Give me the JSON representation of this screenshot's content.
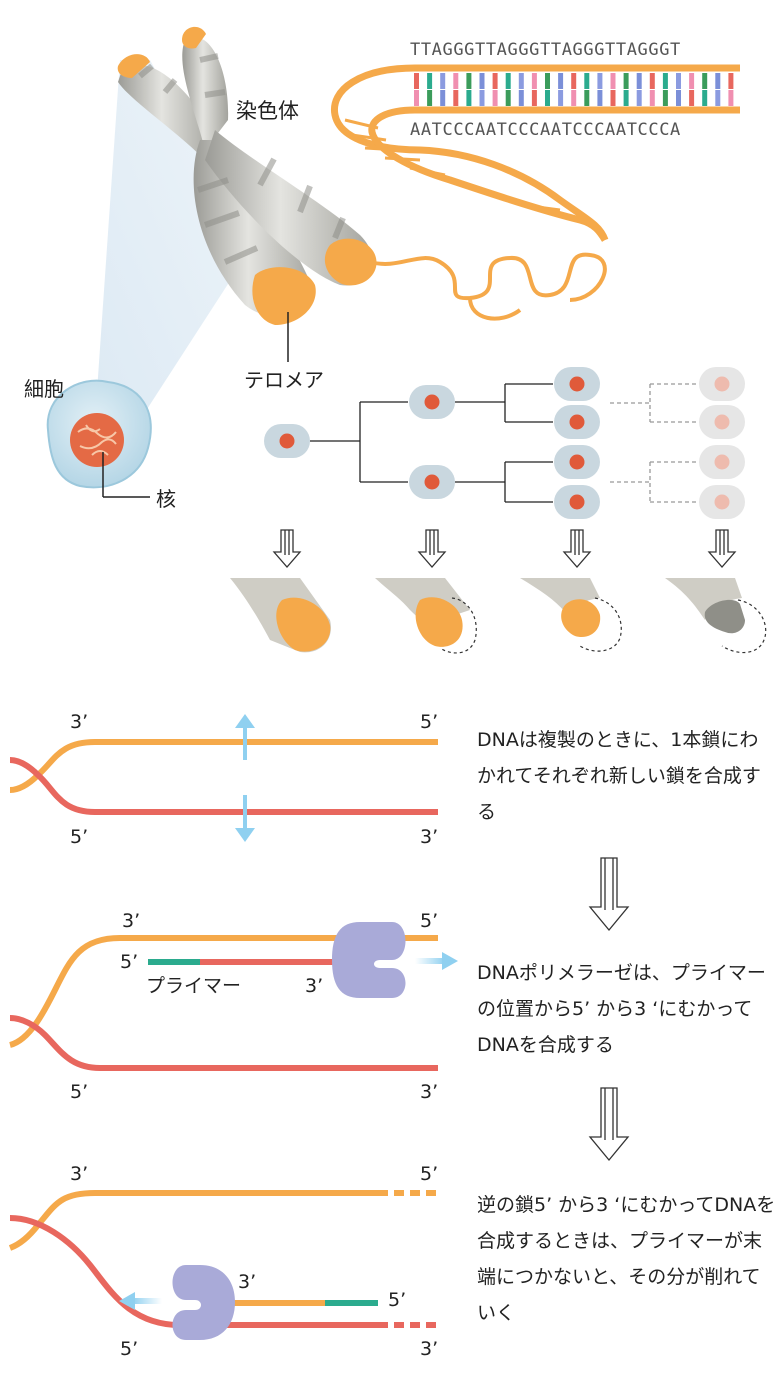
{
  "top": {
    "chromosome_label": "染色体",
    "telomere_label": "テロメア",
    "cell_label": "細胞",
    "nucleus_label": "核",
    "seq_top": "TTAGGGTTAGGGTTAGGGTTAGGGT",
    "seq_bottom": "AATCCCAATCCCAATCCCAATCCCA"
  },
  "replication": {
    "step1": {
      "label_3_left": "3’",
      "label_5_right": "5’",
      "label_5_left": "5’",
      "label_3_right": "3’",
      "text": "DNAは複製のときに、1本鎖にわかれてそれぞれ新しい鎖を合成する"
    },
    "step2": {
      "label_3_left": "3’",
      "label_5_right": "5’",
      "label_5_primer": "5’",
      "label_3_primer": "3’",
      "primer_label": "プライマー",
      "label_5_left": "5’",
      "label_3_right": "3’",
      "text": "DNAポリメラーゼは、プライマーの位置から5’ から3 ‘にむかってDNAを合成する"
    },
    "step3": {
      "label_3_left": "3’",
      "label_5_right": "5’",
      "label_3_primer": "3’",
      "label_5_primer": "5’",
      "label_5_left": "5’",
      "label_3_right": "3’",
      "text": "逆の鎖5’ から3 ‘にむかってDNAを合成するときは、プライマーが末端につかないと、その分が削れていく"
    }
  },
  "colors": {
    "orange": "#f5a94a",
    "red": "#e8675e",
    "teal": "#2bab8e",
    "polymerase": "#a9aad8",
    "arrow_blue": "#8fd0f0",
    "cell_body": "#c9d7df",
    "cell_dot": "#e05a3a"
  }
}
